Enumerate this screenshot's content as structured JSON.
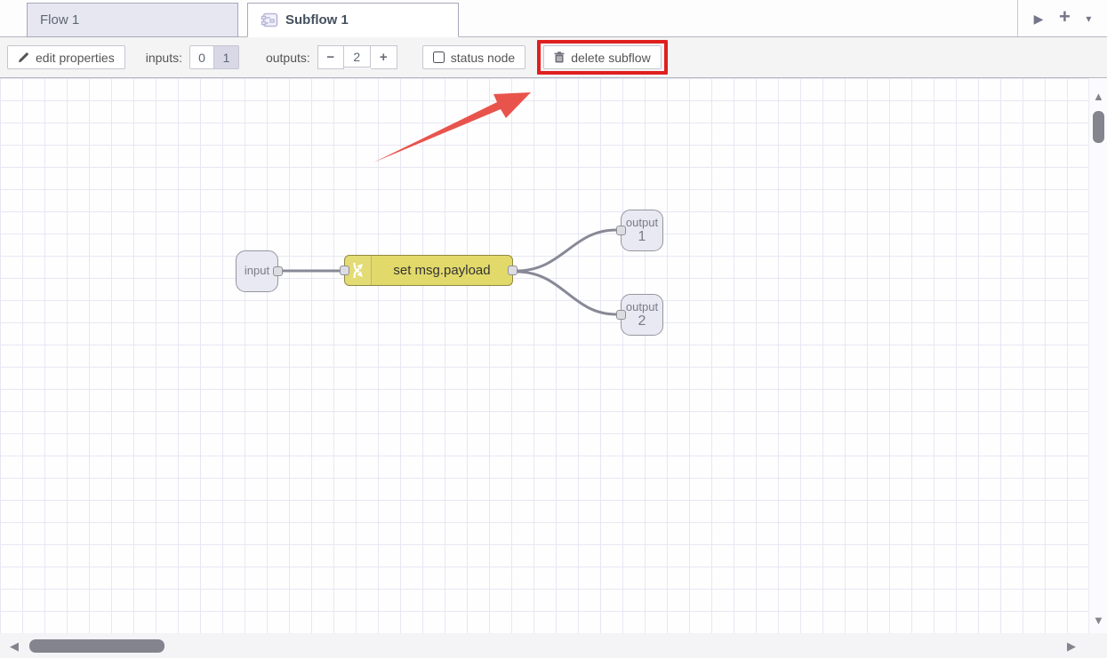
{
  "tab_bar": {
    "tabs": [
      {
        "label": "Flow 1",
        "active": false
      },
      {
        "label": "Subflow 1",
        "active": true
      }
    ],
    "controls": {
      "next_glyph": "▶",
      "add_glyph": "+",
      "menu_glyph": "▾"
    }
  },
  "toolbar": {
    "edit_properties": "edit properties",
    "inputs_label": "inputs:",
    "inputs_options": [
      "0",
      "1"
    ],
    "inputs_selected": "1",
    "outputs_label": "outputs:",
    "outputs_decrease": "−",
    "outputs_value": "2",
    "outputs_increase": "+",
    "status_node": "status node",
    "delete_subflow": "delete subflow"
  },
  "canvas": {
    "nodes": {
      "input": {
        "label": "input"
      },
      "change": {
        "label": "set msg.payload"
      },
      "output1": {
        "label": "output",
        "number": "1"
      },
      "output2": {
        "label": "output",
        "number": "2"
      }
    }
  },
  "annotations": {
    "highlight_box_color": "#e01f1f",
    "arrow_color": "#e8544c"
  },
  "colors": {
    "change_node_fill": "#e2d96b",
    "io_node_fill": "#e9e9f3",
    "wire_gray": "#888996",
    "grid_line": "#e7e7f3",
    "selected_toggle": "#d8d8e6"
  },
  "scrollbars": {
    "up_glyph": "▲",
    "down_glyph": "▼",
    "left_glyph": "◀",
    "right_glyph": "▶"
  }
}
